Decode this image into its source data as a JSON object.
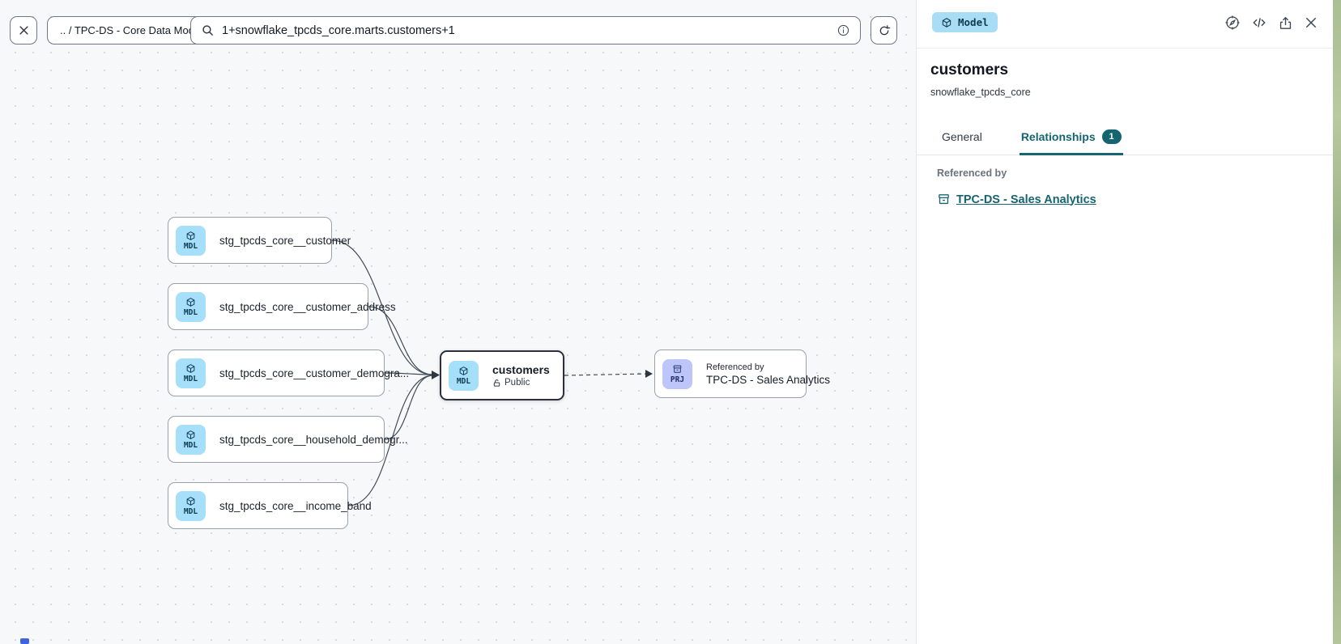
{
  "toolbar": {
    "breadcrumb": ".. / TPC-DS - Core Data Models",
    "search_value": "1+snowflake_tpcds_core.marts.customers+1"
  },
  "canvas": {
    "upstream_nodes": [
      {
        "badge": "MDL",
        "label": "stg_tpcds_core__customer"
      },
      {
        "badge": "MDL",
        "label": "stg_tpcds_core__customer_address"
      },
      {
        "badge": "MDL",
        "label": "stg_tpcds_core__customer_demogra..."
      },
      {
        "badge": "MDL",
        "label": "stg_tpcds_core__household_demogr..."
      },
      {
        "badge": "MDL",
        "label": "stg_tpcds_core__income_band"
      }
    ],
    "selected_node": {
      "badge": "MDL",
      "title": "customers",
      "access": "Public"
    },
    "referenced_node": {
      "badge": "PRJ",
      "kicker": "Referenced by",
      "title": "TPC-DS - Sales Analytics"
    }
  },
  "panel": {
    "type_badge": "Model",
    "title": "customers",
    "subtitle": "snowflake_tpcds_core",
    "tabs": {
      "general": "General",
      "relationships": "Relationships",
      "relationships_count": "1"
    },
    "section_label": "Referenced by",
    "reference_link": "TPC-DS - Sales Analytics"
  },
  "colors": {
    "accent_teal": "#156570",
    "badge_model_bg": "#a9ddf5",
    "badge_project_bg": "#bdc5f9",
    "canvas_bg": "#f7f8fa"
  }
}
